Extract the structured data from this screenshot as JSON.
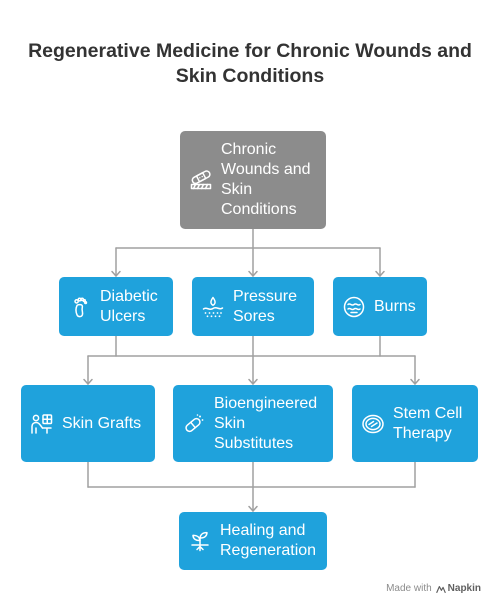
{
  "title": "Regenerative Medicine for Chronic Wounds and Skin Conditions",
  "colors": {
    "background": "#ffffff",
    "title": "#333333",
    "root_fill": "#8c8c8c",
    "node_fill": "#1fa2dc",
    "node_text": "#ffffff",
    "connector": "#a0a0a0",
    "footer_text": "#8c8c8c",
    "footer_brand": "#5f5f5f"
  },
  "root": {
    "label": "Chronic Wounds and Skin Conditions",
    "icon": "bandage-icon"
  },
  "conditions": [
    {
      "label": "Diabetic Ulcers",
      "icon": "foot-icon"
    },
    {
      "label": "Pressure Sores",
      "icon": "pressure-sore-icon"
    },
    {
      "label": "Burns",
      "icon": "burn-icon"
    }
  ],
  "treatments": [
    {
      "label": "Skin Grafts",
      "icon": "skin-graft-icon"
    },
    {
      "label": "Bioengineered Skin Substitutes",
      "icon": "capsule-icon"
    },
    {
      "label": "Stem Cell Therapy",
      "icon": "petri-dish-icon"
    }
  ],
  "outcome": {
    "label": "Healing and Regeneration",
    "icon": "sprout-icon"
  },
  "footer": {
    "made_with": "Made with",
    "brand": "Napkin",
    "logo_icon": "napkin-logo-icon"
  }
}
